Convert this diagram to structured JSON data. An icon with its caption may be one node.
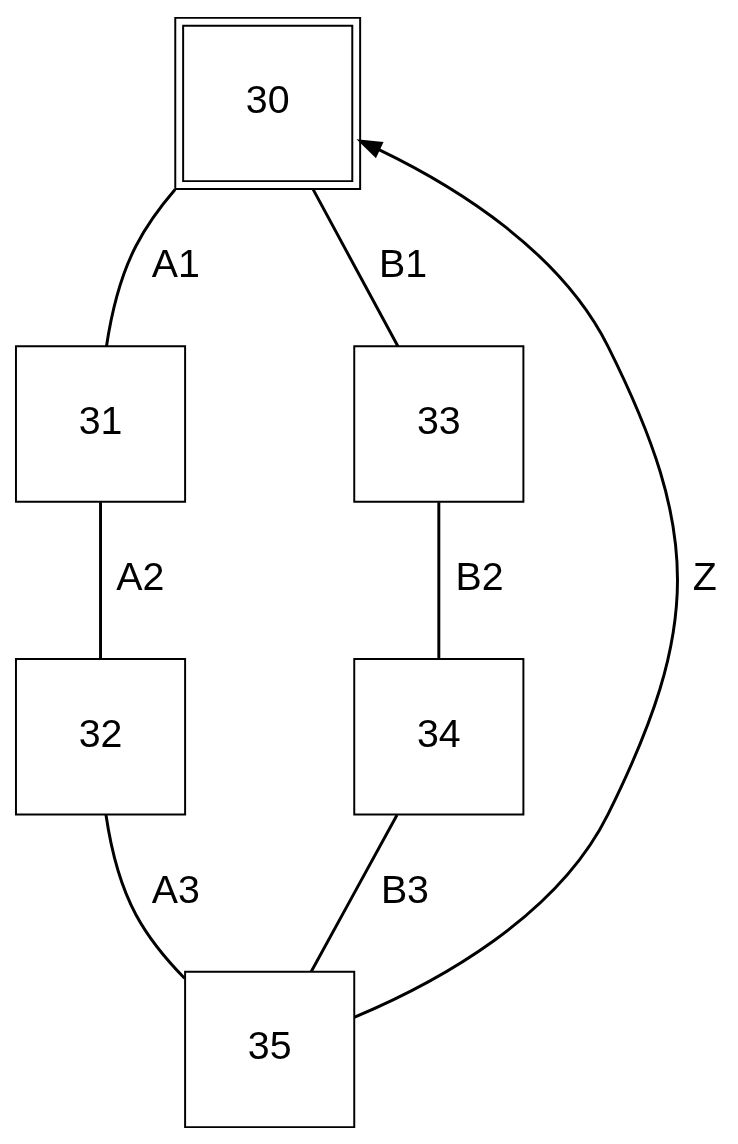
{
  "diagram": {
    "nodes": [
      {
        "text": [
          "30"
        ]
      },
      {
        "text": [
          "31"
        ]
      },
      {
        "text": [
          "32"
        ]
      },
      {
        "text": [
          "33"
        ]
      },
      {
        "text": [
          "34"
        ]
      },
      {
        "text": [
          "35"
        ]
      }
    ],
    "edges": [
      {
        "from": 0,
        "to": 1,
        "arrow": "none",
        "label": "A1"
      },
      {
        "from": 1,
        "to": 2,
        "arrow": "none",
        "label": "A2"
      },
      {
        "from": 2,
        "to": 5,
        "arrow": "none",
        "label": "A3"
      },
      {
        "from": 0,
        "to": 3,
        "arrow": "none",
        "label": "B1"
      },
      {
        "from": 3,
        "to": 4,
        "arrow": "none",
        "label": "B2"
      },
      {
        "from": 4,
        "to": 5,
        "arrow": "none",
        "label": "B3"
      },
      {
        "from": 5,
        "to": 0,
        "arrow": "to",
        "label": "Z"
      }
    ]
  }
}
